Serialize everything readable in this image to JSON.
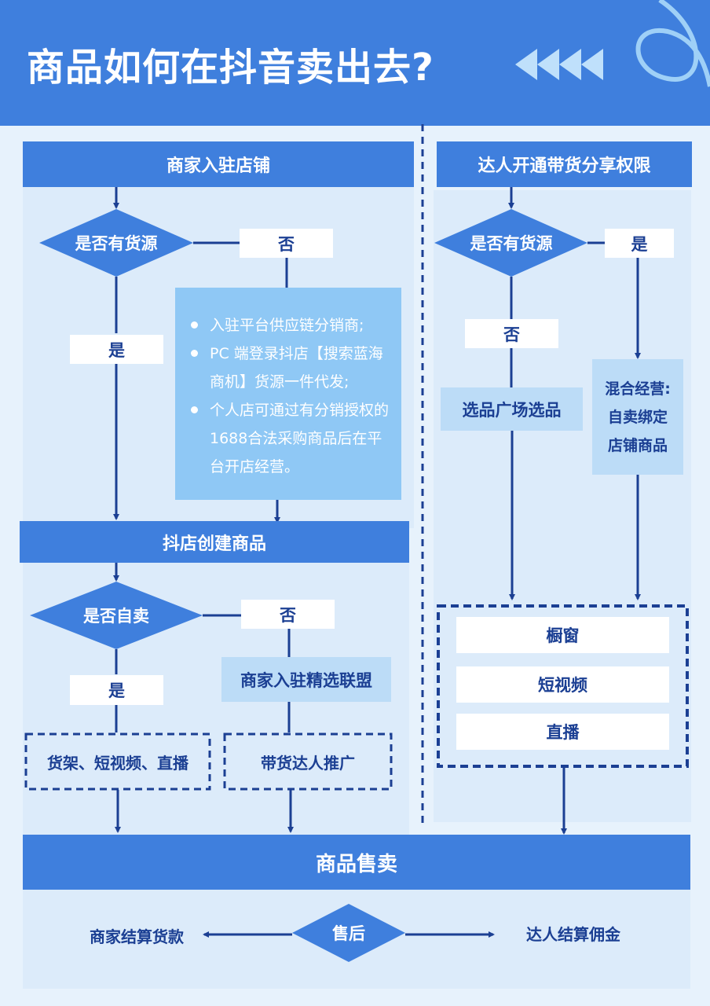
{
  "title": "商品如何在抖音卖出去?",
  "colors": {
    "primary": "#3f7fdd",
    "dark_blue": "#1b3f93",
    "light_panel": "#dcebfa",
    "light_box": "#bcdcf7",
    "bullet_box": "#8fc8f5",
    "background": "#e7f2fc"
  },
  "left": {
    "header": "商家入驻店铺",
    "decision1": "是否有货源",
    "no_label": "否",
    "yes_label": "是",
    "info_items": [
      "入驻平台供应链分销商;",
      "PC 端登录抖店【搜索蓝海商机】货源一件代发;",
      "个人店可通过有分销授权的1688合法采购商品后在平台开店经营。"
    ],
    "create_header": "抖店创建商品",
    "decision2": "是否自卖",
    "no_label2": "否",
    "yes_label2": "是",
    "alliance": "商家入驻精选联盟",
    "channels": "货架、短视频、直播",
    "promo": "带货达人推广"
  },
  "right": {
    "header": "达人开通带货分享权限",
    "decision": "是否有货源",
    "yes_label": "是",
    "no_label": "否",
    "select": "选品广场选品",
    "mixed": [
      "混合经营:",
      "自卖绑定",
      "店铺商品"
    ],
    "channels": [
      "橱窗",
      "短视频",
      "直播"
    ]
  },
  "bottom": {
    "header": "商品售卖",
    "after_sale": "售后",
    "merchant": "商家结算货款",
    "creator": "达人结算佣金"
  }
}
